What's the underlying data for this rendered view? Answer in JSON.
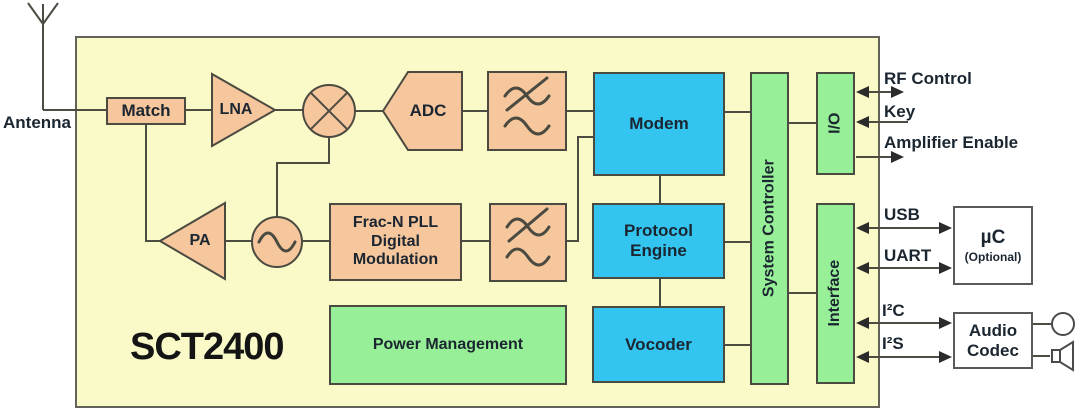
{
  "chip": {
    "name": "SCT2400"
  },
  "external": {
    "antenna_label": "Antenna",
    "mcu_title": "µC",
    "mcu_subtitle": "(Optional)",
    "audio_codec": "Audio\nCodec"
  },
  "blocks": {
    "match": "Match",
    "lna": "LNA",
    "adc": "ADC",
    "modem": "Modem",
    "pa": "PA",
    "frac_n_pll": "Frac-N PLL\nDigital\nModulation",
    "power_management": "Power Management",
    "protocol_engine": "Protocol\nEngine",
    "vocoder": "Vocoder",
    "system_controller": "System Controller",
    "io": "I/O",
    "interface": "Interface"
  },
  "ports": {
    "rf_control": "RF Control",
    "key": "Key",
    "amplifier_enable": "Amplifier Enable",
    "usb": "USB",
    "uart": "UART",
    "i2c": "I²C",
    "i2s": "I²S"
  },
  "icons": {
    "antenna": "antenna-icon",
    "mixer": "mixer-icon",
    "oscillator": "oscillator-icon",
    "rx_filter": "filter-icon",
    "tx_filter": "filter-icon",
    "earpiece": "earpiece-icon",
    "speaker": "speaker-icon"
  },
  "colors": {
    "chip_bg": "#FAFAC8",
    "rf_block": "#F6C69C",
    "dsp_block": "#33C4F0",
    "control_block": "#97F097",
    "wire": "#4C4C42",
    "border": "#4A4A40",
    "text": "#1B2631",
    "arrow": "#2B2B2B"
  }
}
